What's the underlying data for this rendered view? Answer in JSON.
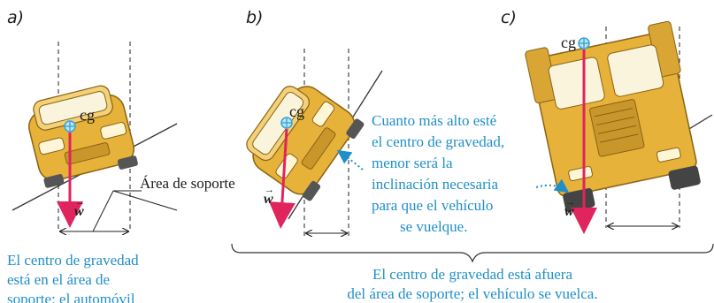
{
  "labels": {
    "panel_a": "a)",
    "panel_b": "b)",
    "panel_c": "c)",
    "cg": "cg",
    "weight": "w",
    "support_area": "Área de soporte"
  },
  "captions": {
    "a_lines": [
      "El centro de gravedad",
      "está en el área de",
      "soporte; el automóvil"
    ],
    "b_lines": [
      "Cuanto más alto esté",
      "el centro de gravedad,",
      "menor será la",
      "inclinación necesaria",
      "para que el vehículo",
      "se vuelque."
    ],
    "bottom_lines": [
      "El centro de gravedad está afuera",
      "del área de soporte; el vehículo se vuelca."
    ]
  },
  "colors": {
    "vehicle": "#e6b23a",
    "vehicle_dark": "#b9851f",
    "arrow": "#e0245e",
    "cg_marker": "#3aa6d8",
    "caption_blue": "#1f8fc7",
    "dashed": "#222222"
  }
}
